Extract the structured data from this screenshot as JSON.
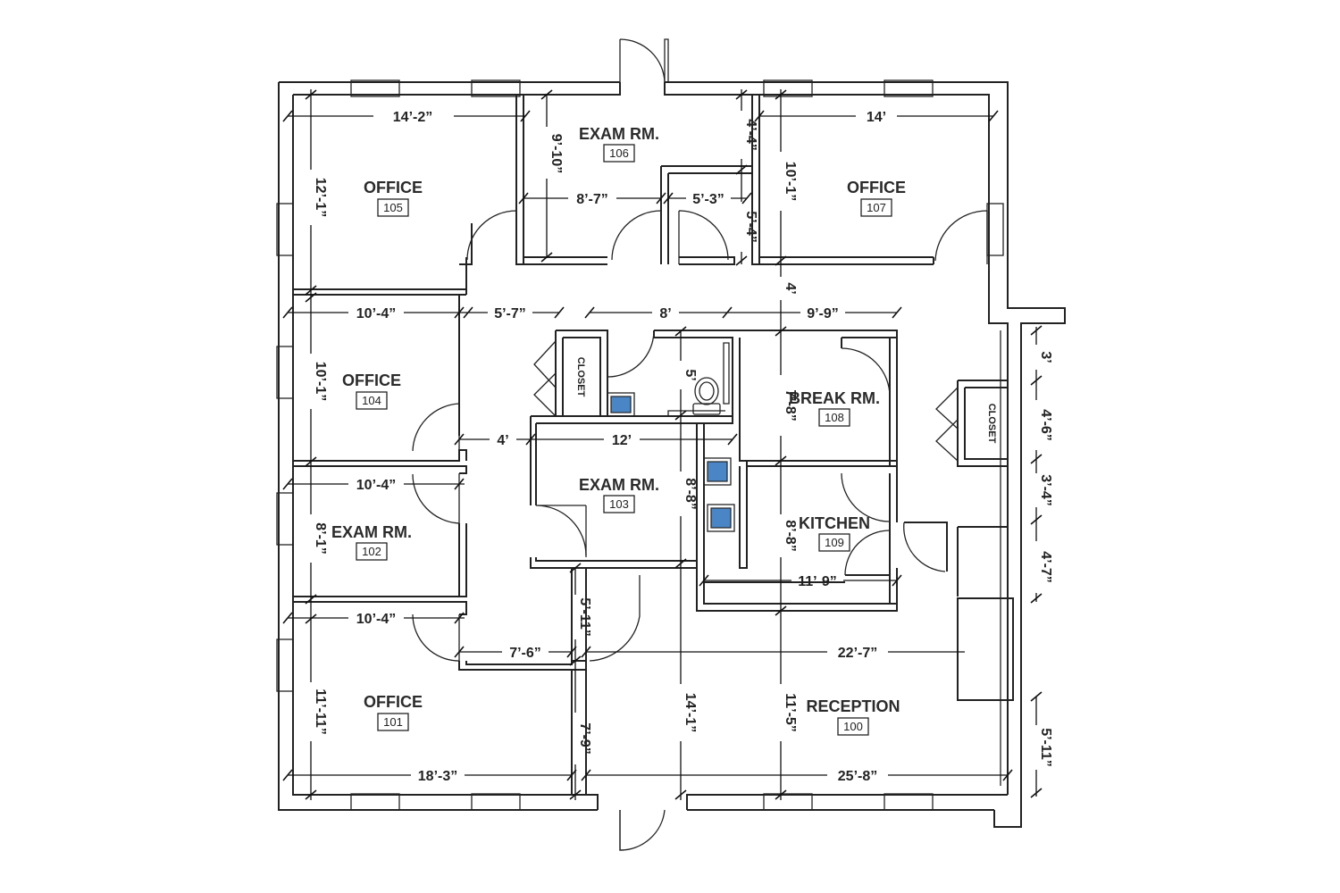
{
  "rooms": {
    "office_105": {
      "name": "OFFICE",
      "number": "105"
    },
    "exam_106": {
      "name": "EXAM RM.",
      "number": "106"
    },
    "office_107": {
      "name": "OFFICE",
      "number": "107"
    },
    "office_104": {
      "name": "OFFICE",
      "number": "104"
    },
    "break_108": {
      "name": "BREAK RM.",
      "number": "108"
    },
    "exam_103": {
      "name": "EXAM RM.",
      "number": "103"
    },
    "kitchen_109": {
      "name": "KITCHEN",
      "number": "109"
    },
    "exam_102": {
      "name": "EXAM RM.",
      "number": "102"
    },
    "office_101": {
      "name": "OFFICE",
      "number": "101"
    },
    "reception_100": {
      "name": "RECEPTION",
      "number": "100"
    }
  },
  "closets": {
    "left": "CLOSET",
    "right": "CLOSET"
  },
  "dimensions": {
    "d1": "14’-2”",
    "d2": "9’-10”",
    "d3": "4’-4”",
    "d4": "14’",
    "d5": "12’-1”",
    "d6": "10’-1”",
    "d7": "8’-7”",
    "d8": "5’-3”",
    "d9": "5’-4”",
    "d10": "4’",
    "d11": "10’-4”",
    "d12": "5’-7”",
    "d13": "8’",
    "d14": "9’-9”",
    "d15": "10’-1”",
    "d16": "5’",
    "d17": "7’-8”",
    "d18": "3’",
    "d19": "4’",
    "d20": "12’",
    "d21": "4’-6”",
    "d22": "10’-4”",
    "d23": "8’-8”",
    "d24": "3’-4”",
    "d25": "8’-1”",
    "d26": "8’-8”",
    "d27": "4’-7”",
    "d28": "11’-9”",
    "d29": "10’-4”",
    "d30": "5’-11”",
    "d31": "7’-6”",
    "d32": "22’-7”",
    "d33": "11’-11”",
    "d34": "14’-1”",
    "d35": "11’-5”",
    "d36": "5’-11”",
    "d37": "7’-9”",
    "d38": "18’-3”",
    "d39": "25’-8”"
  }
}
